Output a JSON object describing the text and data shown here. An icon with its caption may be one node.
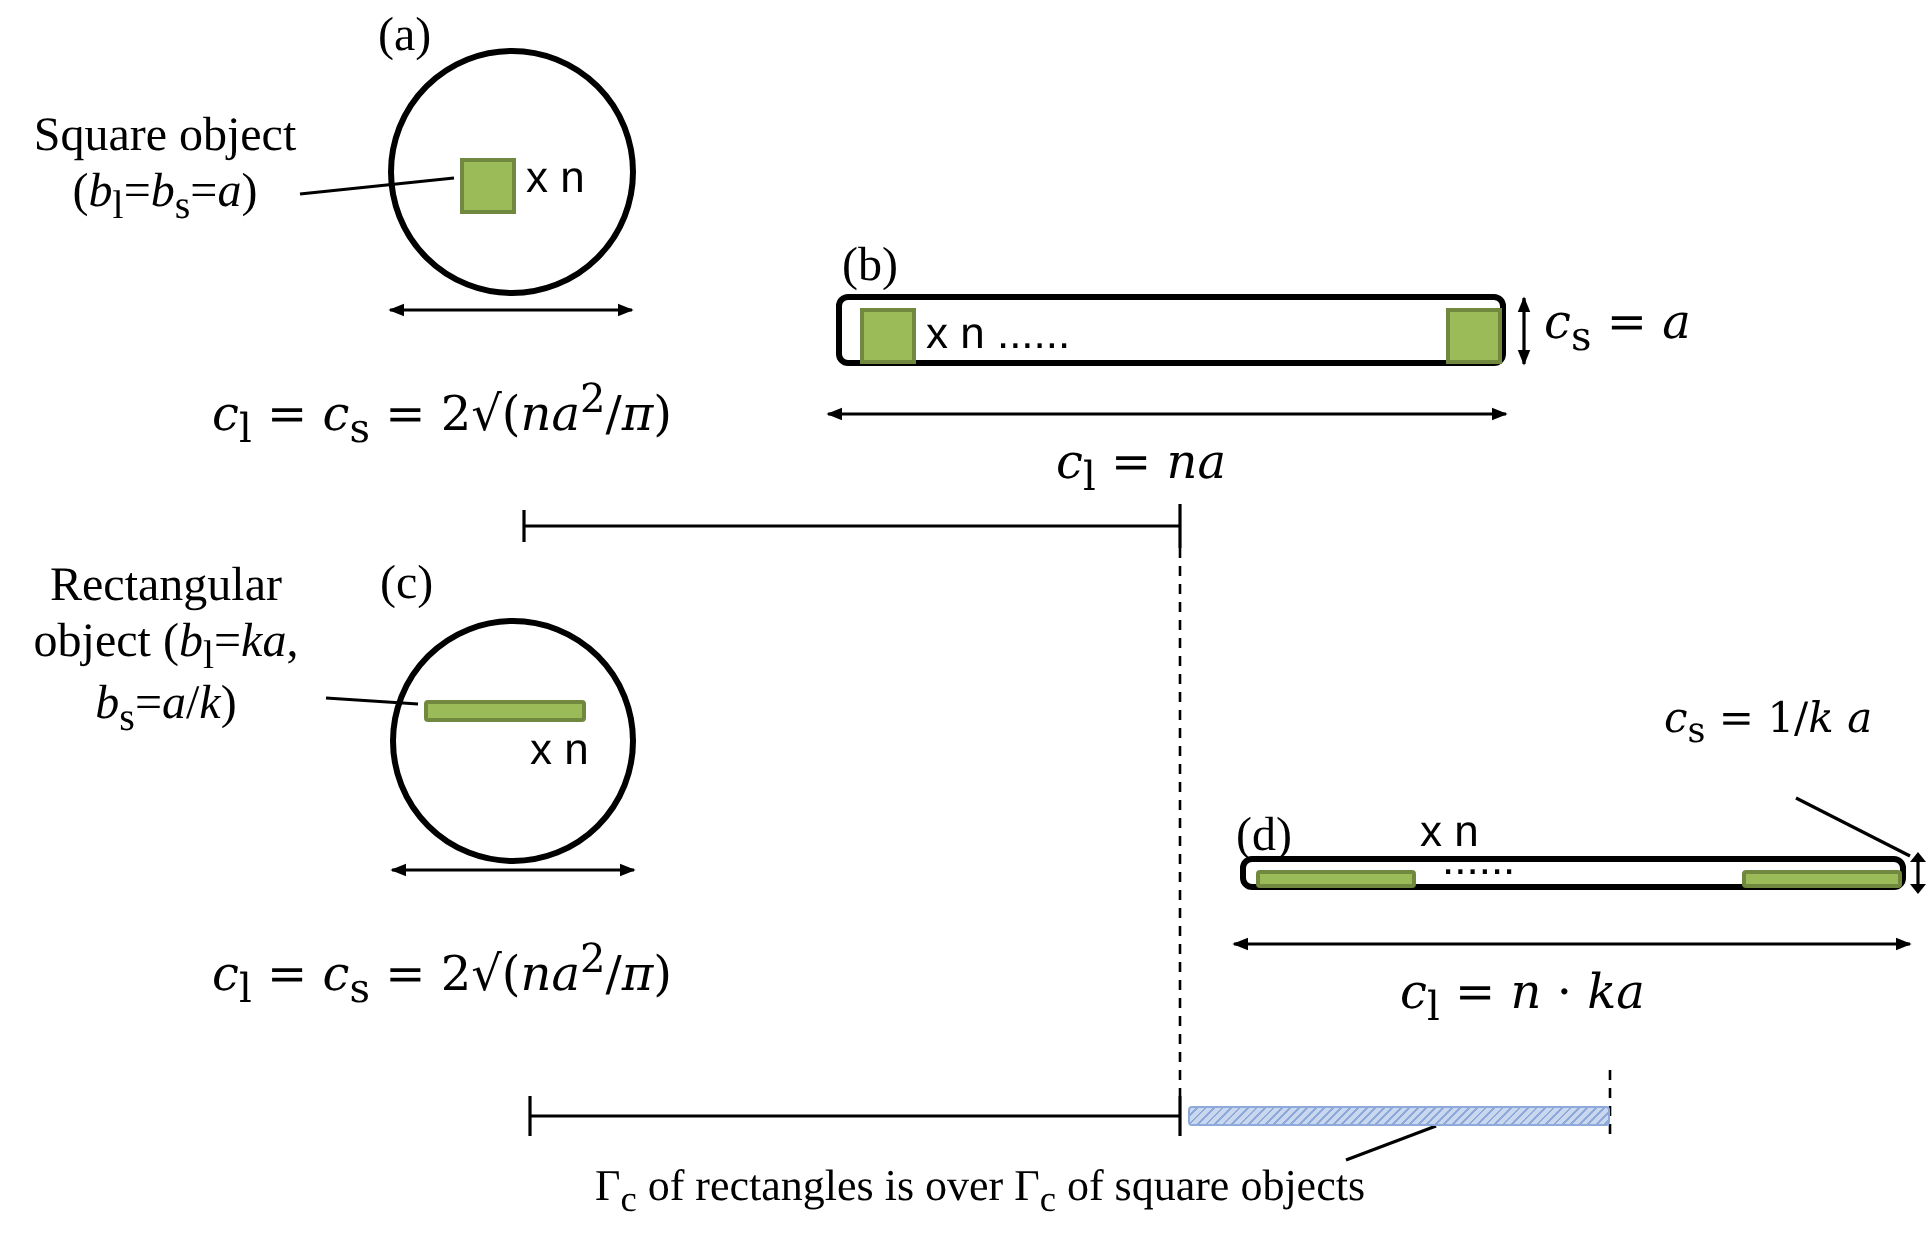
{
  "diagram": {
    "nodes": [
      {
        "text": [
          "(a)",
          "x n"
        ]
      },
      {
        "text": [],
        "shape": "box",
        "in": 0
      },
      {
        "text": [
          "Square object (*b*$_{l}$=*b*$_{s}$=*a*)"
        ]
      },
      {
        "text": [
          "(b)",
          "x n ......"
        ]
      },
      {
        "text": [],
        "shape": "box",
        "in": 3
      },
      {
        "text": [],
        "shape": "box",
        "in": 3
      },
      {
        "text": [
          "(c)",
          "x n"
        ]
      },
      {
        "text": [],
        "shape": "bar",
        "in": 6
      },
      {
        "text": [
          "Rectangular object (*b*$_{l}$=*ka*, *b*$_{s}$=*a*/*k*)"
        ]
      },
      {
        "text": [
          "(d)",
          "x n",
          "......"
        ]
      },
      {
        "text": [],
        "shape": "bar",
        "in": 9
      },
      {
        "text": [],
        "shape": "bar",
        "in": 9
      },
      {
        "text": [
          "*c*$_{s}$ = 1/*k* *a*"
        ]
      },
      {
        "text": [],
        "shape": "bar"
      },
      {
        "text": [
          "Γ$_{c}$ of rectangles is over Γ$_{c}$ of square objects"
        ]
      },
      {
        "text": [],
        "shape": "arrow"
      }
    ],
    "edges": [
      {
        "from": 2,
        "to": 1,
        "arrow": "none"
      },
      {
        "from": 8,
        "to": 7,
        "arrow": "none"
      },
      {
        "from": 12,
        "to": 15,
        "arrow": "none"
      },
      {
        "from": 14,
        "to": 13,
        "arrow": "none"
      }
    ],
    "labels": [
      "*c*$_{s}$ = *a*",
      "*c*$_{l}$ = *c*$_{s}$ = 2√(*na*$^{2}$/*π*)",
      "*c*$_{l}$ = *na*",
      "*c*$_{l}$ = *c*$_{s}$ = 2√(*na*$^{2}$/*π*)",
      "*c*$_{l}$ = *n* · *ka*"
    ]
  }
}
